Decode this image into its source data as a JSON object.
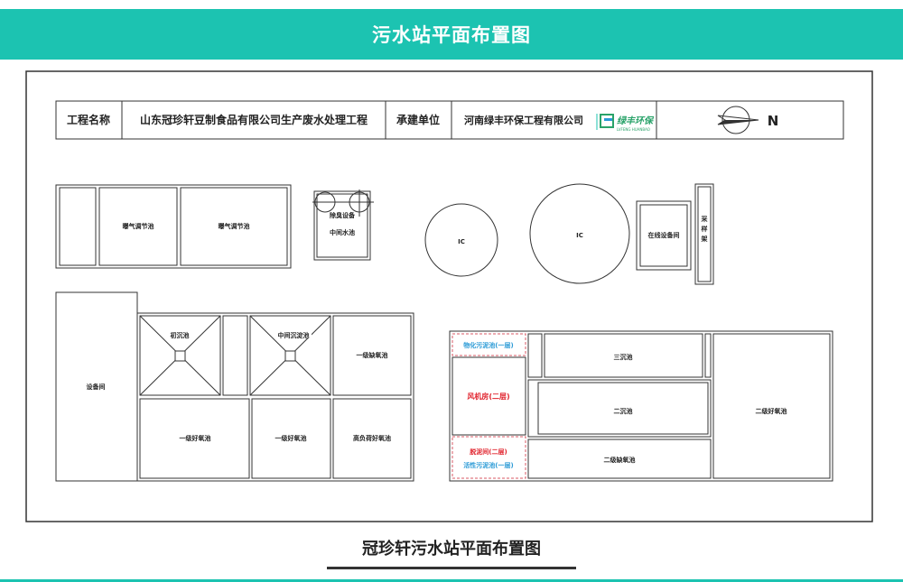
{
  "header": {
    "title": "污水站平面布置图"
  },
  "title_block": {
    "project_name_label": "工程名称",
    "project_name": "山东冠珍轩豆制食品有限公司生产废水处理工程",
    "contractor_label": "承建单位",
    "contractor": "河南绿丰环保工程有限公司",
    "logo_text": "绿丰环保",
    "logo_sub": "LVFENG HUANBAO",
    "north": "N"
  },
  "rooms": {
    "aeration1": "曝气调节池",
    "aeration2": "曝气调节池",
    "deodor": "除臭设备",
    "middle_pool": "中间水池",
    "ic1": "IC",
    "ic2": "IC",
    "online": "在线设备间",
    "sampling": "采样架",
    "equipment": "设备间",
    "primary_settle": "初沉池",
    "middle_settle": "中间沉淀池",
    "anoxic1": "一级缺氧池",
    "aerobic1a": "一级好氧池",
    "aerobic1b": "一级好氧池",
    "high_load": "高负荷好氧池",
    "sludge_bio": "物化污泥池(一层)",
    "blower": "风机房(二层)",
    "dewater": "脱泥间(二层)",
    "sludge_act": "活性污泥池(一层)",
    "settle3": "三沉池",
    "settle2": "二沉池",
    "anoxic2": "二级缺氧池",
    "aerobic2": "二级好氧池"
  },
  "colors": {
    "accent": "#1cc3b1",
    "blower_red": "#e0202a",
    "sludge_blue": "#2a9ad6"
  },
  "caption": "冠珍轩污水站平面布置图"
}
